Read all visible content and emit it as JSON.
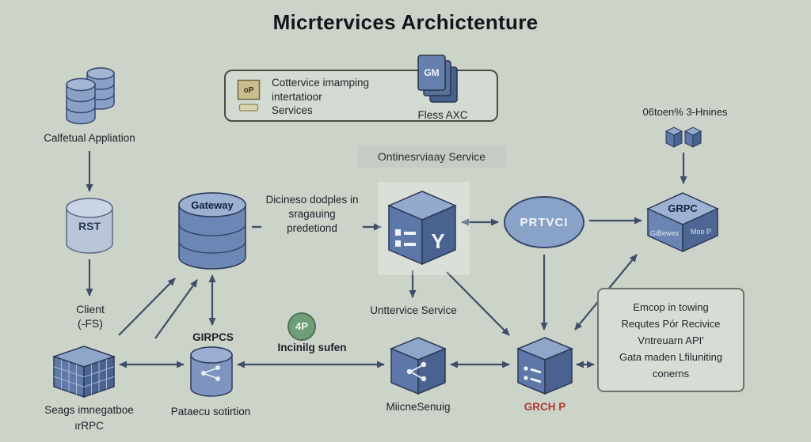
{
  "title": "Micrtervices Archictenture",
  "colors": {
    "background": "#ccd3c9",
    "arrow": "#3e4e68",
    "node_blue": "#5d77a8",
    "node_blue_light": "#93a9cd",
    "accent_red": "#b03a30",
    "accent_green": "#6f9d77"
  },
  "icons": {
    "database-stack-icon": "two overlapping blue cylinders",
    "service-chip-icon": "khaki square labelled oP with bar below",
    "stacked-squares-icon": "three offset blue squares labelled GM",
    "server-grid-cube-icon": "3d cube with grid faces",
    "share-nodes-icon": "connected dots glyph",
    "list-glyph-icon": "dot and line rows",
    "mini-cubes-icon": "two small 3d cubes",
    "person-badge-icon": "green circle badge"
  },
  "legend": {
    "icon_label": "oP",
    "lines": [
      "Cottervice imamping",
      "intertatioor",
      "Services"
    ],
    "stack_label": "GM",
    "caption": "Fless AXC"
  },
  "top_right": {
    "label": "06toen% 3-Hnines"
  },
  "nodes": {
    "db": {
      "label": "Calfetual Appliation"
    },
    "rst": {
      "label": "RST"
    },
    "client": {
      "line1": "Client",
      "line2": "(-FS)"
    },
    "gateway": {
      "label": "Gateway"
    },
    "flow_note": {
      "line1": "Dicineso dodples in",
      "line2": "sragauing",
      "line3": "predetiond"
    },
    "ontinesrviaay": {
      "label": "Ontinesrviaay Service"
    },
    "center_cube": {
      "glyph": "Y"
    },
    "unttervice": {
      "label": "Unttervice Service"
    },
    "prtvci": {
      "label": "PRTVCI"
    },
    "grpc": {
      "top": "GRPC",
      "front_left": "GiBewex",
      "front_right": "Moo P"
    },
    "girpcs": {
      "label": "GIRPCS"
    },
    "incinilg": {
      "badge": "4P",
      "label": "Incinilg sufen"
    },
    "seags": {
      "line1": "Seags imnegatboe",
      "line2": "ırRPC"
    },
    "pataecu": {
      "label": "Pataecu sotirtion"
    },
    "miicne": {
      "label": "MiicneSenuig"
    },
    "grchp": {
      "label": "GRCH P"
    },
    "right_box": {
      "lines": [
        "Emcop in towing",
        "Requtes Pór Recivice",
        "Vntreuarn API'",
        "Gata maden Lfiluniting",
        "conerns"
      ]
    }
  },
  "edges": [
    "db->rst",
    "rst->client",
    "client->gateway",
    "seags->gateway",
    "gateway<->girpcs",
    "gateway->center_cube",
    "center_cube<->prtvci",
    "prtvci->grpc",
    "top_right->grpc",
    "center_cube->unttervice",
    "center_cube->grchp",
    "prtvci->grchp",
    "grpc<->grchp",
    "seags<->pataecu",
    "pataecu<->miicne",
    "miicne<->grchp",
    "grchp<->right_box"
  ]
}
